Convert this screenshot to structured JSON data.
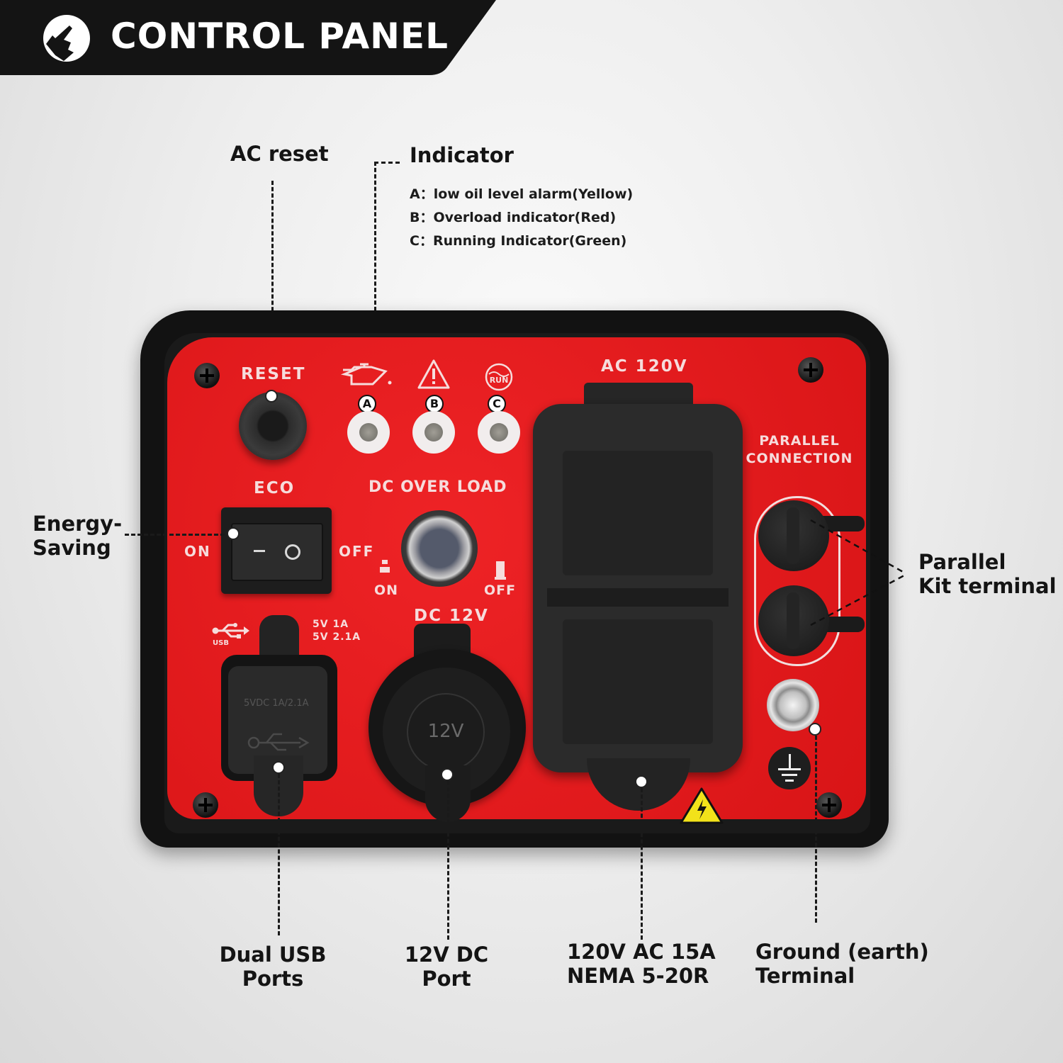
{
  "header": {
    "title": "CONTROL PANEL",
    "icon": "hand-pointer-icon",
    "background": "#141414"
  },
  "callouts": {
    "ac_reset": "AC reset",
    "indicator": {
      "title": "Indicator",
      "items": [
        {
          "key": "A",
          "sep": "：",
          "text": "low oil level alarm(Yellow)"
        },
        {
          "key": "B",
          "sep": "：",
          "text": "Overload indicator(Red)"
        },
        {
          "key": "C",
          "sep": "：",
          "text": "Running Indicator(Green)"
        }
      ]
    },
    "energy_saving": {
      "line1": "Energy-",
      "line2": "Saving"
    },
    "parallel_kit": {
      "line1": "Parallel",
      "line2": "Kit terminal"
    },
    "dual_usb": {
      "line1": "Dual USB",
      "line2": "Ports"
    },
    "dc_port": {
      "line1": "12V DC",
      "line2": "Port"
    },
    "ac_outlet": {
      "line1": "120V AC 15A",
      "line2": "NEMA 5-20R"
    },
    "ground": {
      "line1": "Ground (earth)",
      "line2": "Terminal"
    }
  },
  "panel": {
    "plate_color": "#e21b1d",
    "reset_label": "RESET",
    "indicators": [
      {
        "tag": "A",
        "icon": "oil-can-icon"
      },
      {
        "tag": "B",
        "icon": "warning-triangle-icon"
      },
      {
        "tag": "C",
        "icon": "run-icon",
        "icon_text": "RUN"
      }
    ],
    "eco": {
      "label": "ECO",
      "on": "ON",
      "off": "OFF"
    },
    "dc_overload": {
      "label": "DC OVER LOAD",
      "on": "ON",
      "off": "OFF"
    },
    "ac_label": "AC 120V",
    "parallel_label": {
      "line1": "PARALLEL",
      "line2": "CONNECTION"
    },
    "usb": {
      "icon_text": "USB",
      "spec1": "5V 1A",
      "spec2": "5V 2.1A",
      "cover_text": "5VDC 1A/2.1A"
    },
    "dc12": {
      "label": "DC 12V",
      "cap_text": "12V"
    }
  }
}
